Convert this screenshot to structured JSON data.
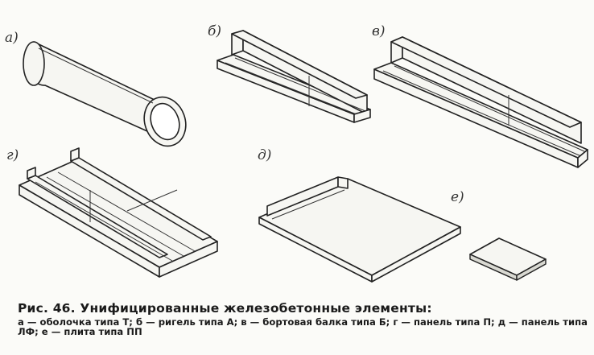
{
  "figure": {
    "labels": {
      "a": "а)",
      "b": "б)",
      "v": "в)",
      "g": "г)",
      "d": "д)",
      "e": "е)"
    }
  },
  "caption": {
    "title": "Рис. 46. Унифицированные железобетонные элементы:",
    "text": "а — оболочка типа Т; б — ригель типа А; в — бортовая балка типа Б; г — панель типа П; д — панель типа ЛФ; е — плита типа ПП"
  }
}
